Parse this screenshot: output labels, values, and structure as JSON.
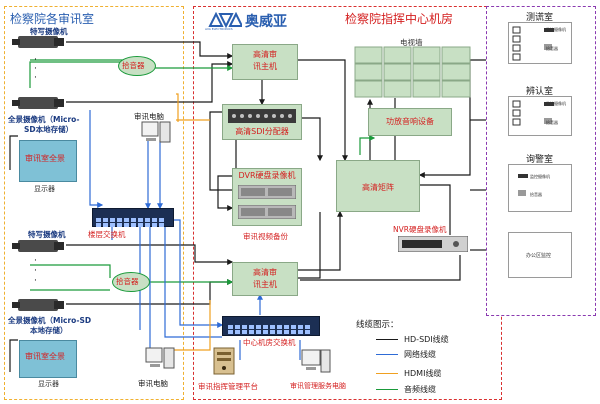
{
  "regions": {
    "left_title": "检察院各审讯室",
    "center_title": "检察院指挥中心机房"
  },
  "brand": {
    "name": "奥威亚",
    "sub": "AVA ELECTRONICS"
  },
  "left": {
    "cam1": "特写摄像机",
    "cam2_l1": "全景摄像机（Micro-",
    "cam2_l2": "SD本地存储）",
    "audio1": "拾音器",
    "monitor1_label": "审讯室全景",
    "display1": "显示器",
    "pc1": "审讯电脑",
    "floor_switch": "楼层交换机",
    "cam3": "特写摄像机",
    "audio2": "拾音器",
    "cam4_l1": "全景摄像机（Micro-SD",
    "cam4_l2": "本地存储）",
    "monitor2_label": "审讯室全景",
    "display2": "显示器",
    "pc2": "审讯电脑",
    "dots": "·"
  },
  "center": {
    "host1_l1": "高清审",
    "host1_l2": "讯主机",
    "sdi_dist": "高清SDI分配器",
    "dvr_title": "DVR硬盘录像机",
    "backup": "审讯视频备份",
    "tvwall": "电视墙",
    "amp": "功放音响设备",
    "matrix": "高清矩阵",
    "nvr": "NVR硬盘录像机",
    "host2_l1": "高清审",
    "host2_l2": "讯主机",
    "center_switch": "中心机房交换机",
    "platform": "审讯指挥管理平台",
    "service_pc": "审讯管理服务电脑"
  },
  "right": {
    "room1_title": "测谎室",
    "room2_title": "辨认室",
    "room3_title": "询警室",
    "room4_text": "办公区监控",
    "mini_cam": "监控摄像机",
    "mini_audio": "拾音器",
    "mini_cam2": "监控摄像机",
    "mini_audio2": "拾音器",
    "mini_cam3": "监控摄像机",
    "mini_audio3": "拾音器"
  },
  "legend": {
    "title": "线缆图示：",
    "items": [
      {
        "label": "HD-SDI线缆",
        "color": "#1a1a1a"
      },
      {
        "label": "网络线缆",
        "color": "#2e6bd6"
      },
      {
        "label": "HDMI线缆",
        "color": "#f0a020"
      },
      {
        "label": "音频线缆",
        "color": "#1a9a3a"
      }
    ]
  },
  "colors": {
    "left_border": "#f0b030",
    "center_border": "#d83030",
    "right_border": "#8a3ab0",
    "green_box": "#c8e0c4",
    "title_blue": "#2a5fb0",
    "title_red": "#d42020"
  }
}
